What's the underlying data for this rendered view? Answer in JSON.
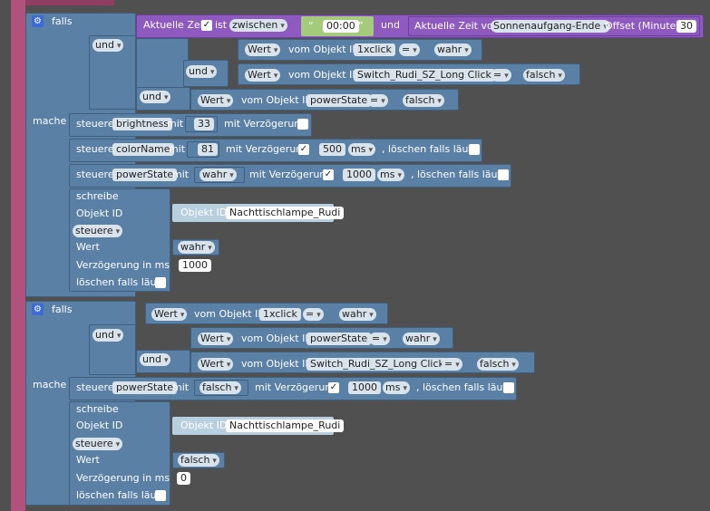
{
  "ws": {
    "bg": "#505050",
    "strip": "#b0527b"
  },
  "b1": {
    "falls": "falls",
    "und_main": "und",
    "und_a": "und",
    "und_b": "und",
    "mache": "mache",
    "time": {
      "aktuelle_zeit": "Aktuelle Zeit",
      "ist": "ist",
      "zwischen": "zwischen",
      "quote_l": "“",
      "time_value": "00:00",
      "quote_r": "”",
      "und": "und",
      "aktuelle_zeit_von": "Aktuelle Zeit von",
      "sonnen": "Sonnenaufgang-Ende",
      "offset": "Offset (Minuten)",
      "offset_value": "30"
    },
    "c1": {
      "wert": "Wert",
      "vom": "vom Objekt ID",
      "obj": "1xclick",
      "op": "=",
      "val": "wahr"
    },
    "c2": {
      "wert": "Wert",
      "vom": "vom Objekt ID",
      "obj": "Switch_Rudi_SZ_Long Click",
      "op": "=",
      "val": "falsch"
    },
    "c3": {
      "wert": "Wert",
      "vom": "vom Objekt ID",
      "obj": "powerState",
      "op": "=",
      "val": "falsch"
    },
    "s1": {
      "steuere": "steuere",
      "name": "brightness",
      "mit": "mit",
      "value": "33",
      "delay": "mit Verzögerung"
    },
    "s2": {
      "steuere": "steuere",
      "name": "colorName",
      "mit": "mit",
      "value": "81",
      "delay": "mit Verzögerung",
      "delay_check": "✓",
      "delay_ms": "500",
      "unit": "ms",
      "clear": ", löschen falls läuft"
    },
    "s3": {
      "steuere": "steuere",
      "name": "powerState",
      "mit": "mit",
      "value": "wahr",
      "delay": "mit Verzögerung",
      "delay_check": "✓",
      "delay_ms": "1000",
      "unit": "ms",
      "clear": ", löschen falls läuft"
    },
    "w": {
      "schreibe": "schreibe",
      "objekt_id": "Objekt ID",
      "objekt_id_btn": "Objekt ID",
      "objekt_id_val": "Nachttischlampe_Rudi",
      "mode": "steuere",
      "wert": "Wert",
      "wert_val": "wahr",
      "delay_label": "Verzögerung in ms",
      "delay_val": "1000",
      "clear": "löschen falls läuft"
    }
  },
  "b2": {
    "falls": "falls",
    "und_main": "und",
    "und_a": "und",
    "mache": "mache",
    "c1": {
      "wert": "Wert",
      "vom": "vom Objekt ID",
      "obj": "1xclick",
      "op": "=",
      "val": "wahr"
    },
    "c2": {
      "wert": "Wert",
      "vom": "vom Objekt ID",
      "obj": "powerState",
      "op": "=",
      "val": "wahr"
    },
    "c3": {
      "wert": "Wert",
      "vom": "vom Objekt ID",
      "obj": "Switch_Rudi_SZ_Long Click",
      "op": "=",
      "val": "falsch"
    },
    "s1": {
      "steuere": "steuere",
      "name": "powerState",
      "mit": "mit",
      "value": "falsch",
      "delay": "mit Verzögerung",
      "delay_check": "✓",
      "delay_ms": "1000",
      "unit": "ms",
      "clear": ", löschen falls läuft"
    },
    "w": {
      "schreibe": "schreibe",
      "objekt_id": "Objekt ID",
      "objekt_id_btn": "Objekt ID",
      "objekt_id_val": "Nachttischlampe_Rudi",
      "mode": "steuere",
      "wert": "Wert",
      "wert_val": "falsch",
      "delay_label": "Verzögerung in ms",
      "delay_val": "0",
      "clear": "löschen falls läuft"
    }
  }
}
